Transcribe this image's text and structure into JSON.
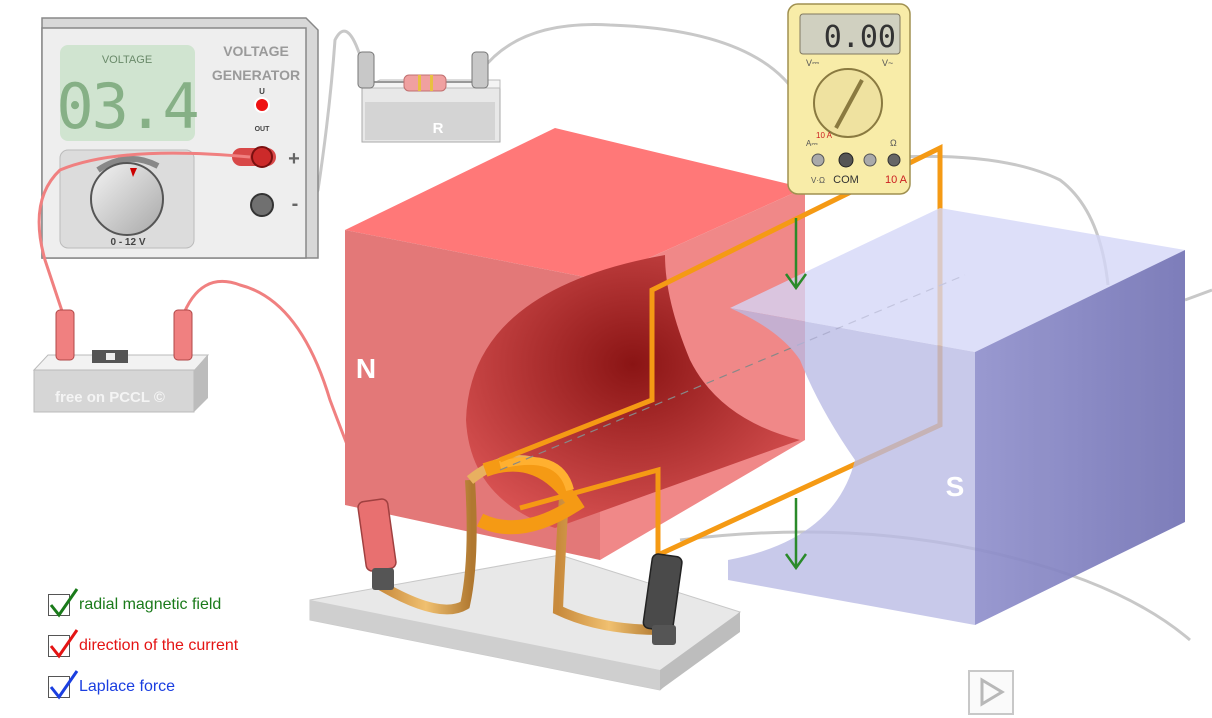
{
  "generator": {
    "title_line1": "VOLTAGE",
    "title_line2": "GENERATOR",
    "display_label": "VOLTAGE",
    "display_value": "03.4",
    "led_label": "U",
    "out_label": "OUT",
    "range_label": "0 - 12 V",
    "plus_label": "+",
    "minus_label": "-"
  },
  "resistor": {
    "label": "R"
  },
  "switch_box": {
    "label": "free on PCCL ©"
  },
  "magnet": {
    "north_label": "N",
    "south_label": "S"
  },
  "multimeter": {
    "display_value": "0.00",
    "com_label": "COM",
    "vohm_label": "V·Ω",
    "amp_label": "10 A",
    "dial_v_dc": "V⎓",
    "dial_v_ac": "V~",
    "dial_a": "A⎓",
    "dial_ohm": "Ω",
    "dial_10a": "10 A"
  },
  "options": [
    {
      "label": "radial magnetic field",
      "color": "#1a7a1a",
      "checked": true
    },
    {
      "label": "direction of the current",
      "color": "#e41414",
      "checked": true
    },
    {
      "label": "Laplace force",
      "color": "#1a3ee0",
      "checked": true
    }
  ],
  "colors": {
    "north": "#f27a7a",
    "south": "#8c8cc8",
    "wire_orange": "#f59a14",
    "lcd_green": "#7fae7f"
  }
}
